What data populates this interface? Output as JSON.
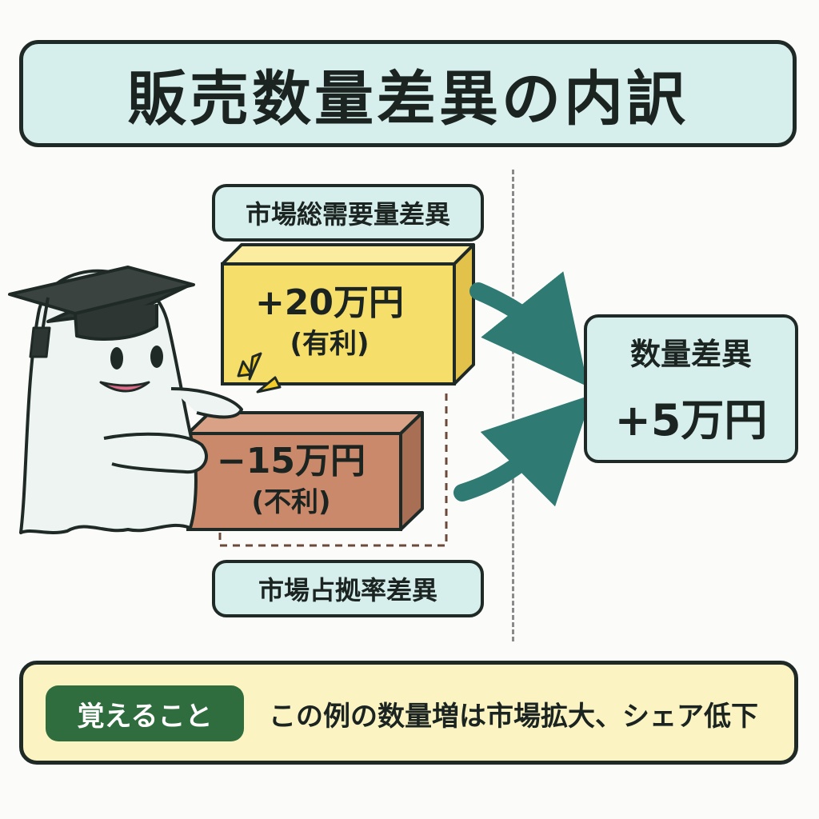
{
  "title": "販売数量差異の内訳",
  "market_demand": {
    "label": "市場総需要量差異",
    "value": "+20万円",
    "note": "(有利)"
  },
  "market_share": {
    "label": "市場占拠率差異",
    "value": "−15万円",
    "note": "(不利)"
  },
  "result": {
    "label": "数量差異",
    "value": "+5万円"
  },
  "memo": {
    "badge": "覚えること",
    "text": "この例の数量増は市場拡大、シェア低下"
  },
  "colors": {
    "teal_panel": "#d6efec",
    "favorable_box": "#f6de6a",
    "unfavorable_box": "#c9896a",
    "arrow": "#2f7a72",
    "memo_background": "#fbf4c2",
    "badge": "#2f6d3e"
  },
  "icons": [
    "ghost-mascot-icon",
    "graduation-cap-icon",
    "sparkle-icon",
    "curved-arrow-icon"
  ]
}
